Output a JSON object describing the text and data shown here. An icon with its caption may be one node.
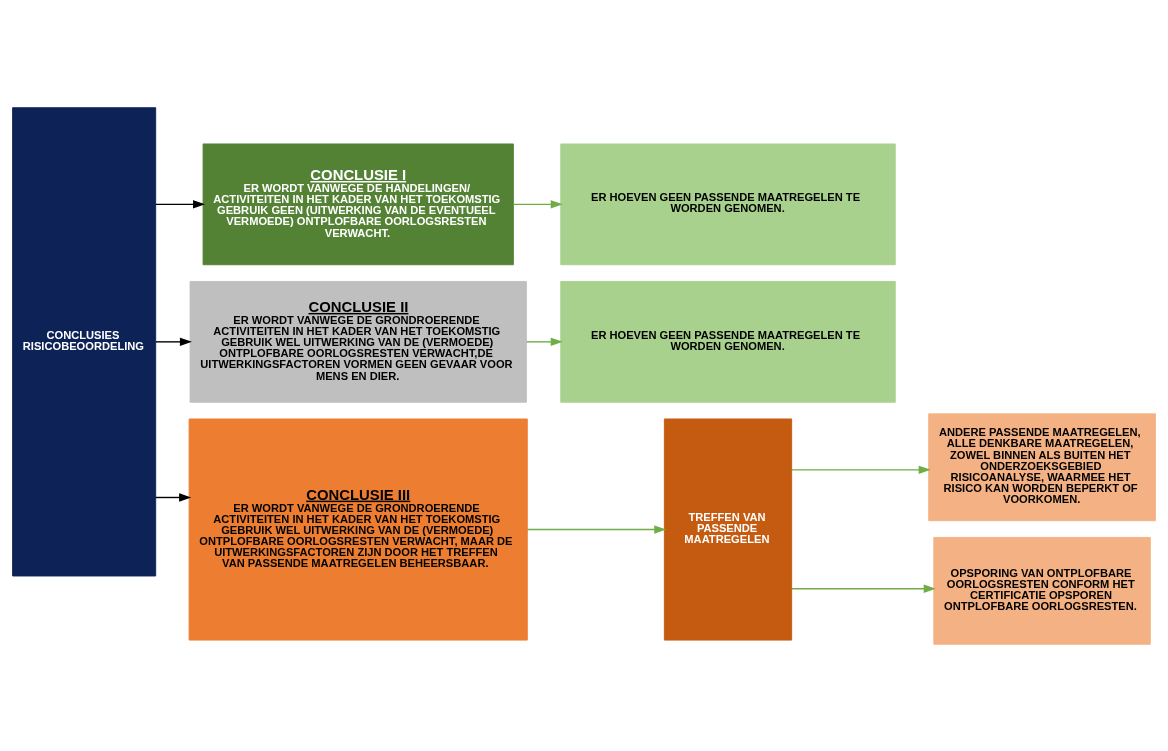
{
  "diagram": {
    "nodes": [
      {
        "text": [
          "CONCLUSIES RISICOBEOORDELING"
        ]
      },
      {
        "text": [
          "CONCLUSIE I",
          "ER WORDT VANWEGE DE HANDELINGEN/ ACTIVITEITEN IN HET KADER VAN HET TOEKOMSTIG GEBRUIK GEEN (UITWERKING VAN DE EVENTUEEL VERMOEDE) ONTPLOFBARE OORLOGSRESTEN VERWACHT."
        ]
      },
      {
        "text": [
          "ER HOEVEN GEEN PASSENDE MAATREGELEN TE WORDEN GENOMEN."
        ]
      },
      {
        "text": [
          "CONCLUSIE II",
          "ER WORDT VANWEGE DE GRONDROERENDE ACTIVITEITEN IN HET KADER VAN HET TOEKOMSTIG GEBRUIK WEL UITWERKING VAN DE (VERMOEDE) ONTPLOFBARE OORLOGSRESTEN VERWACHT,DE UITWERKINGSFACTOREN VORMEN GEEN GEVAAR VOOR MENS EN DIER."
        ]
      },
      {
        "text": [
          "ER HOEVEN GEEN PASSENDE MAATREGELEN TE WORDEN GENOMEN."
        ]
      },
      {
        "text": [
          "CONCLUSIE III",
          "ER WORDT VANWEGE DE GRONDROERENDE ACTIVITEITEN IN HET KADER VAN HET TOEKOMSTIG GEBRUIK WEL UITWERKING VAN DE (VERMOEDE) ONTPLOFBARE OORLOGSRESTEN VERWACHT, MAAR DE UITWERKINGSFACTOREN ZIJN DOOR HET TREFFEN VAN PASSENDE MAATREGELEN BEHEERSBAAR."
        ]
      },
      {
        "text": [
          "TREFFEN VAN PASSENDE MAATREGELEN"
        ]
      },
      {
        "text": [
          "ANDERE PASSENDE MAATREGELEN, ALLE DENKBARE MAATREGELEN, ZOWEL BINNEN ALS BUITEN HET ONDERZOEKSGEBIED RISICOANALYSE, WAARMEE HET RISICO KAN WORDEN BEPERKT OF VOORKOMEN."
        ]
      },
      {
        "text": [
          "OPSPORING VAN ONTPLOFBARE OORLOGSRESTEN CONFORM HET CERTIFICATIE OPSPOREN ONTPLOFBARE OORLOGSRESTEN."
        ]
      }
    ],
    "edges": [
      {
        "from": 0,
        "to": 1,
        "arrow": "to",
        "color": "#000000"
      },
      {
        "from": 0,
        "to": 3,
        "arrow": "to",
        "color": "#000000"
      },
      {
        "from": 0,
        "to": 5,
        "arrow": "to",
        "color": "#000000"
      },
      {
        "from": 1,
        "to": 2,
        "arrow": "to"
      },
      {
        "from": 3,
        "to": 4,
        "arrow": "to"
      },
      {
        "from": 5,
        "to": 6,
        "arrow": "to"
      },
      {
        "from": 6,
        "to": 7,
        "arrow": "to"
      },
      {
        "from": 6,
        "to": 8,
        "arrow": "to"
      }
    ]
  }
}
